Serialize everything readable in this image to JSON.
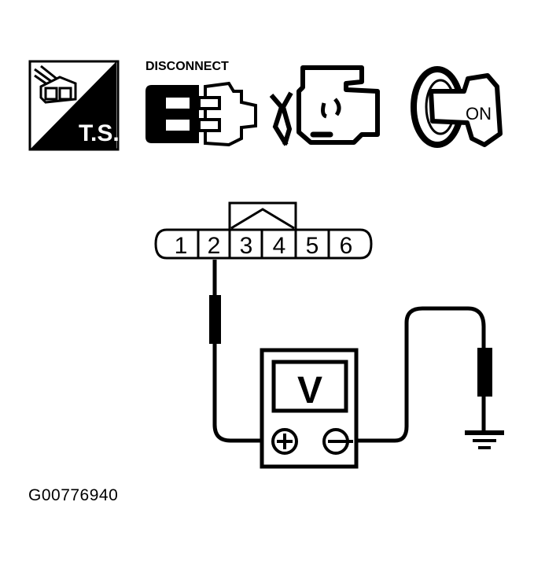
{
  "icons": {
    "ts": {
      "label": "T.S.",
      "name": "terminal-screwdriver-icon"
    },
    "disconnect": {
      "label": "DISCONNECT",
      "name": "disconnect-connector-icon"
    },
    "engine": {
      "name": "engine-off-icon"
    },
    "ignition": {
      "label": "ON",
      "name": "ignition-key-on-icon"
    }
  },
  "connector": {
    "terminals": [
      "1",
      "2",
      "3",
      "4",
      "5",
      "6"
    ],
    "probed_terminal": "2"
  },
  "meter": {
    "display": "V",
    "positive_symbol": "+",
    "negative_symbol": "−"
  },
  "ground": {
    "name": "ground-symbol"
  },
  "figure_id": "G00776940",
  "colors": {
    "ink": "#000000",
    "paper": "#ffffff"
  }
}
